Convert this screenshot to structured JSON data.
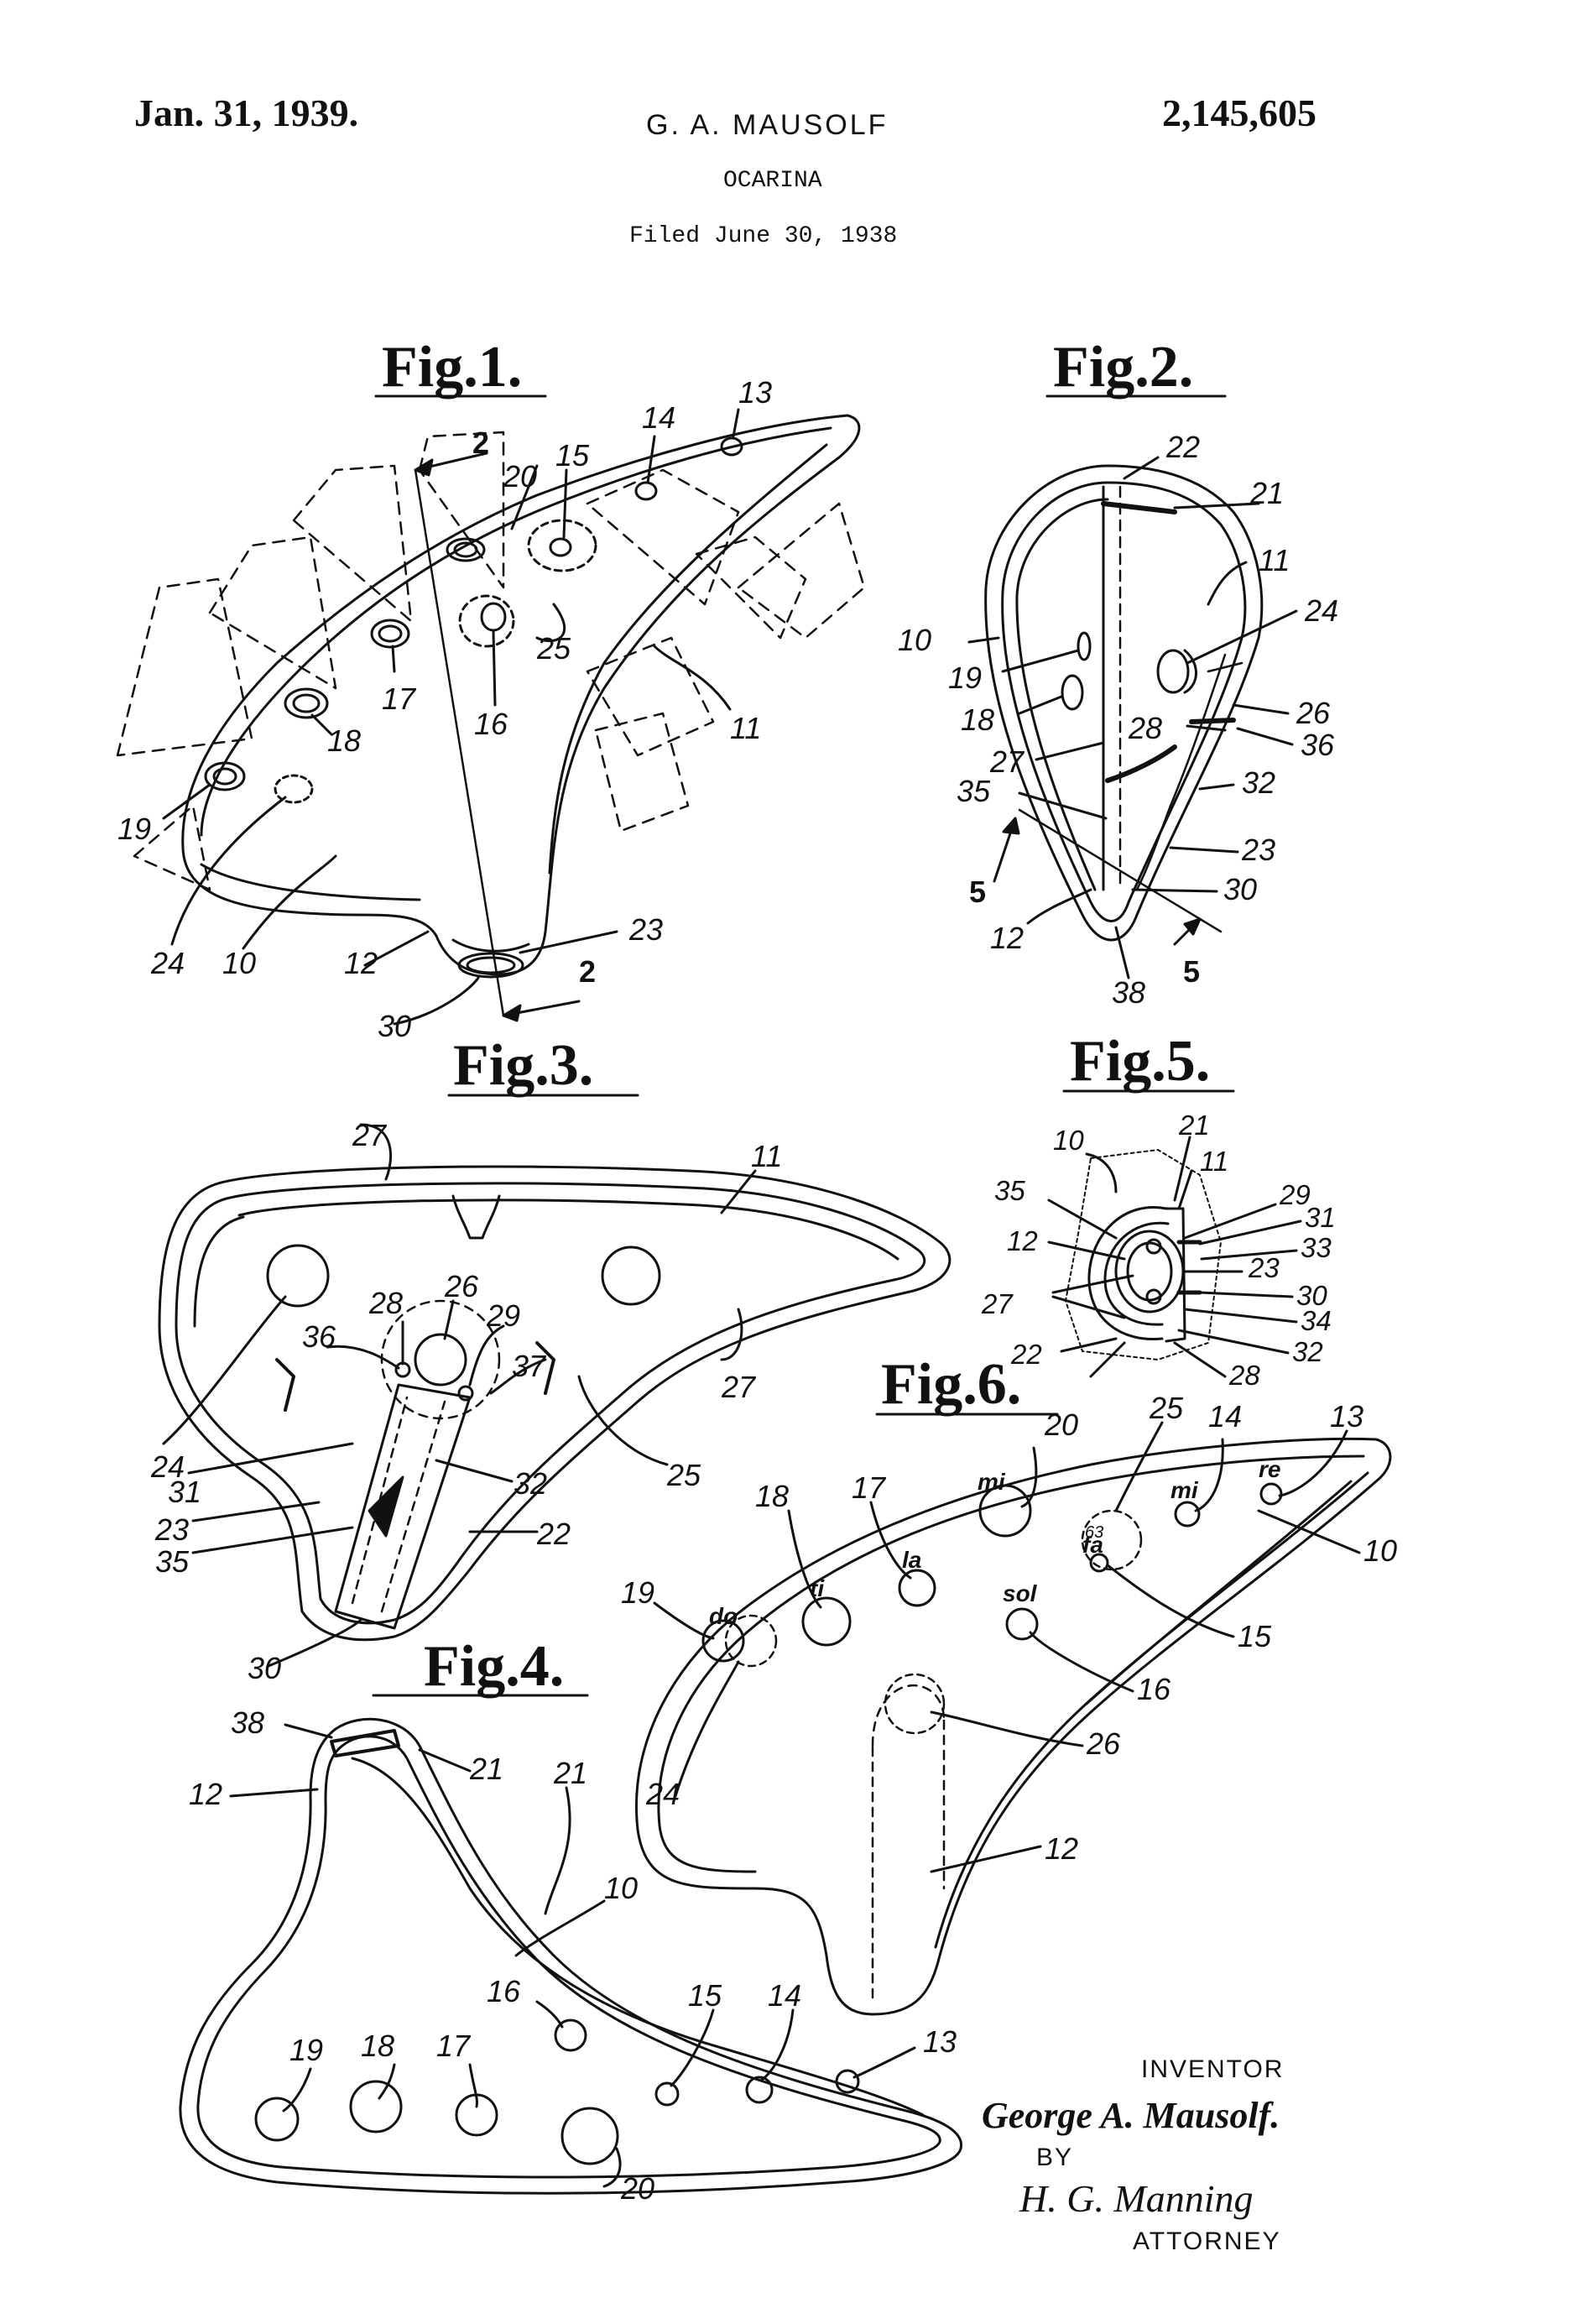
{
  "header": {
    "date": "Jan. 31, 1939.",
    "inventor_name": "G. A. MAUSOLF",
    "patent_number": "2,145,605",
    "title": "OCARINA",
    "filed": "Filed June 30, 1938"
  },
  "figures": {
    "fig1": {
      "label": "Fig.1.",
      "refs": [
        "2",
        "20",
        "15",
        "14",
        "13",
        "17",
        "16",
        "25",
        "11",
        "18",
        "19",
        "24",
        "10",
        "12",
        "23",
        "2",
        "30"
      ]
    },
    "fig2": {
      "label": "Fig.2.",
      "refs": [
        "22",
        "21",
        "11",
        "10",
        "24",
        "19",
        "18",
        "26",
        "28",
        "36",
        "27",
        "32",
        "35",
        "23",
        "5",
        "30",
        "12",
        "5",
        "38"
      ]
    },
    "fig3": {
      "label": "Fig.3.",
      "refs": [
        "27",
        "11",
        "28",
        "26",
        "36",
        "29",
        "37",
        "27",
        "24",
        "31",
        "32",
        "25",
        "22",
        "23",
        "35",
        "30"
      ]
    },
    "fig4": {
      "label": "Fig.4.",
      "refs": [
        "38",
        "21",
        "12",
        "21",
        "10",
        "15",
        "14",
        "16",
        "13",
        "19",
        "18",
        "17",
        "20"
      ]
    },
    "fig5": {
      "label": "Fig.5.",
      "refs": [
        "21",
        "10",
        "11",
        "29",
        "31",
        "35",
        "33",
        "12",
        "23",
        "30",
        "34",
        "27",
        "32",
        "22",
        "28"
      ]
    },
    "fig6": {
      "label": "Fig.6.",
      "refs": [
        "25",
        "13",
        "20",
        "14",
        "18",
        "17",
        "63",
        "10",
        "19",
        "15",
        "16",
        "26",
        "24",
        "12"
      ],
      "solfege": [
        "mi",
        "mi",
        "re",
        "la",
        "fa",
        "ti",
        "sol",
        "do"
      ]
    }
  },
  "signature": {
    "inventor_caption": "INVENTOR",
    "inventor_signature": "George A. Mausolf.",
    "by": "BY",
    "attorney_signature": "H. G. Manning",
    "attorney_caption": "ATTORNEY"
  }
}
